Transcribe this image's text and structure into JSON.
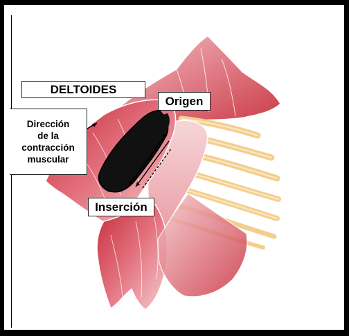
{
  "diagram": {
    "title": "DELTOIDES",
    "origin_label": "Origen",
    "insertion_label": "Inserción",
    "direction_label": {
      "line1": "Dirección",
      "line2": "de la",
      "line3": "contracción",
      "line4": "muscular"
    }
  },
  "colors": {
    "muscle_dark": "#b8233a",
    "muscle_mid": "#d9596a",
    "muscle_light": "#f2c2c6",
    "rib": "#f3cf8e",
    "deltoid_band": "#111111"
  }
}
